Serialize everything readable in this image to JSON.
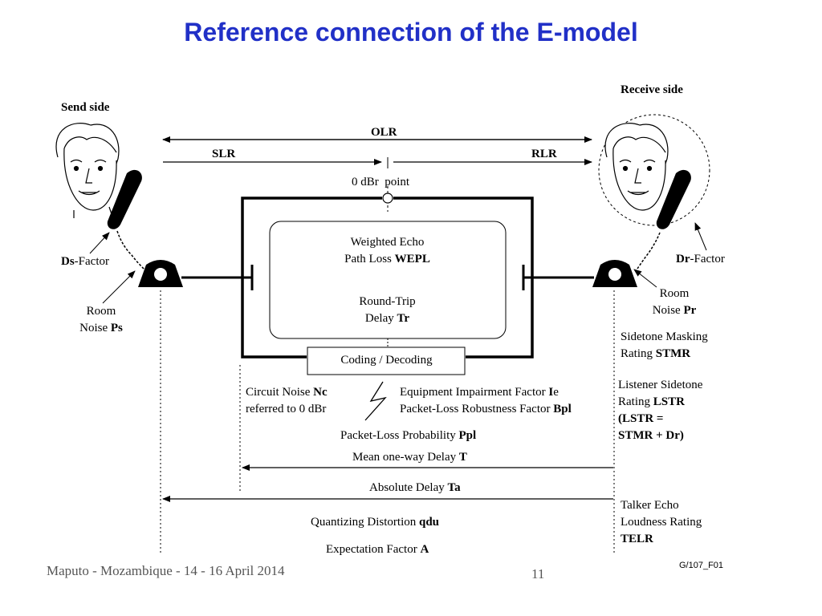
{
  "slide": {
    "title": "Reference connection of the E-model",
    "footer_left": "Maputo - Mozambique - 14 - 16 April 2014",
    "page_number": "11",
    "figure_id": "G/107_F01"
  },
  "diagram": {
    "send_side": "Send side",
    "receive_side": "Receive side",
    "olr": "OLR",
    "slr": "SLR",
    "rlr": "RLR",
    "zero_dbr": "0 dBr",
    "point": "point",
    "ds_bold": "Ds",
    "ds_rest": "-Factor",
    "dr_bold": "Dr",
    "dr_rest": "-Factor",
    "room_noise_send_1": "Room",
    "room_noise_send_2": "Noise ",
    "room_noise_send_sym": "Ps",
    "room_noise_recv_1": "Room",
    "room_noise_recv_2": "Noise ",
    "room_noise_recv_sym": "Pr",
    "wepl_1": "Weighted Echo",
    "wepl_2": "Path Loss ",
    "wepl_sym": "WEPL",
    "tr_1": "Round-Trip",
    "tr_2": "Delay ",
    "tr_sym": "Tr",
    "coding": "Coding / Decoding",
    "stmr_1": "Sidetone Masking",
    "stmr_2": "Rating ",
    "stmr_sym": "STMR",
    "lstr_1": "Listener Sidetone",
    "lstr_2": "Rating ",
    "lstr_sym": "LSTR",
    "lstr_3": "(LSTR =",
    "lstr_4": "STMR + Dr)",
    "nc_1": "Circuit Noise ",
    "nc_sym": "Nc",
    "nc_2": "referred to 0 dBr",
    "ie_1": "Equipment Impairment Factor ",
    "ie_sym": "I",
    "ie_sub": "e",
    "bpl_1": "Packet-Loss Robustness Factor ",
    "bpl_sym": "Bpl",
    "ppl_1": "Packet-Loss Probability ",
    "ppl_sym": "Ppl",
    "t_1": "Mean one-way Delay ",
    "t_sym": "T",
    "ta_1": "Absolute Delay ",
    "ta_sym": "Ta",
    "telr_1": "Talker Echo",
    "telr_2": "Loudness Rating",
    "telr_sym": "TELR",
    "qdu_1": "Quantizing Distortion ",
    "qdu_sym": "qdu",
    "a_1": "Expectation Factor ",
    "a_sym": "A"
  }
}
